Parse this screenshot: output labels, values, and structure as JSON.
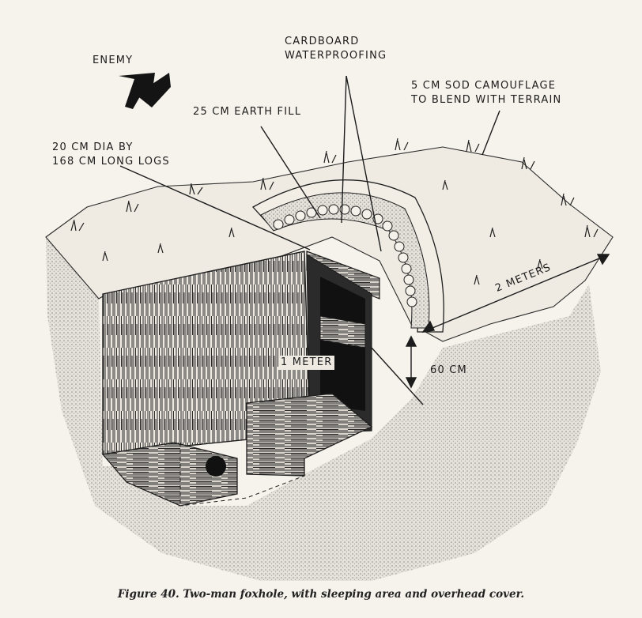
{
  "labels": {
    "enemy": "ENEMY",
    "cardboard": "CARDBOARD\nWATERPROOFING",
    "sod": "5 CM SOD CAMOUFLAGE\nTO BLEND WITH TERRAIN",
    "earth_fill": "25 CM EARTH FILL",
    "logs": "20 CM DIA BY\n168 CM LONG LOGS",
    "two_meters": "2 METERS",
    "one_meter": "1 METER",
    "sixty_cm": "60 CM"
  },
  "caption": "Figure 40. Two-man foxhole, with sleeping area and overhead cover.",
  "colors": {
    "paper": "#f6f3ec",
    "ink": "#1c1c1c",
    "ground_shade": "#bdb9b1"
  }
}
